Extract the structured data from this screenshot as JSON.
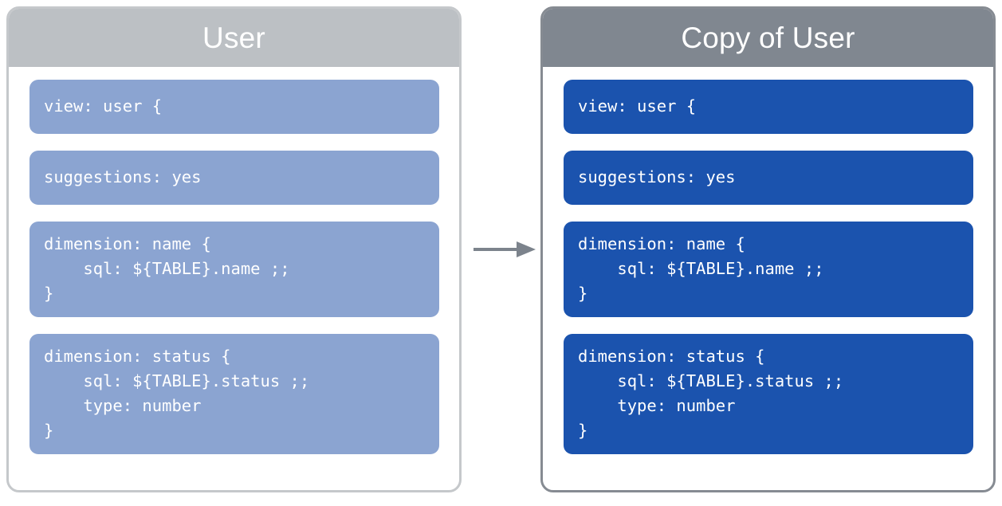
{
  "diagram": {
    "arrow": {
      "icon": "arrow-right-icon",
      "color": "#7c838c",
      "direction": "left-to-right"
    },
    "panels": [
      {
        "id": "source",
        "title": "User",
        "header_color": "#bcc0c4",
        "block_color": "#8ba4d1",
        "border_color": "#c5c8cb",
        "blocks": [
          {
            "name": "view-declaration",
            "lines": [
              "view: user {"
            ]
          },
          {
            "name": "suggestions-parameter",
            "lines": [
              "suggestions: yes"
            ]
          },
          {
            "name": "dimension-name",
            "lines": [
              "dimension: name {",
              "    sql: ${TABLE}.name ;;",
              "}"
            ]
          },
          {
            "name": "dimension-status",
            "lines": [
              "dimension: status {",
              "    sql: ${TABLE}.status ;;",
              "    type: number",
              "}"
            ]
          }
        ]
      },
      {
        "id": "copy",
        "title": "Copy of User",
        "header_color": "#808790",
        "block_color": "#1b53ae",
        "border_color": "#868b92",
        "blocks": [
          {
            "name": "view-declaration",
            "lines": [
              "view: user {"
            ]
          },
          {
            "name": "suggestions-parameter",
            "lines": [
              "suggestions: yes"
            ]
          },
          {
            "name": "dimension-name",
            "lines": [
              "dimension: name {",
              "    sql: ${TABLE}.name ;;",
              "}"
            ]
          },
          {
            "name": "dimension-status",
            "lines": [
              "dimension: status {",
              "    sql: ${TABLE}.status ;;",
              "    type: number",
              "}"
            ]
          }
        ]
      }
    ]
  }
}
